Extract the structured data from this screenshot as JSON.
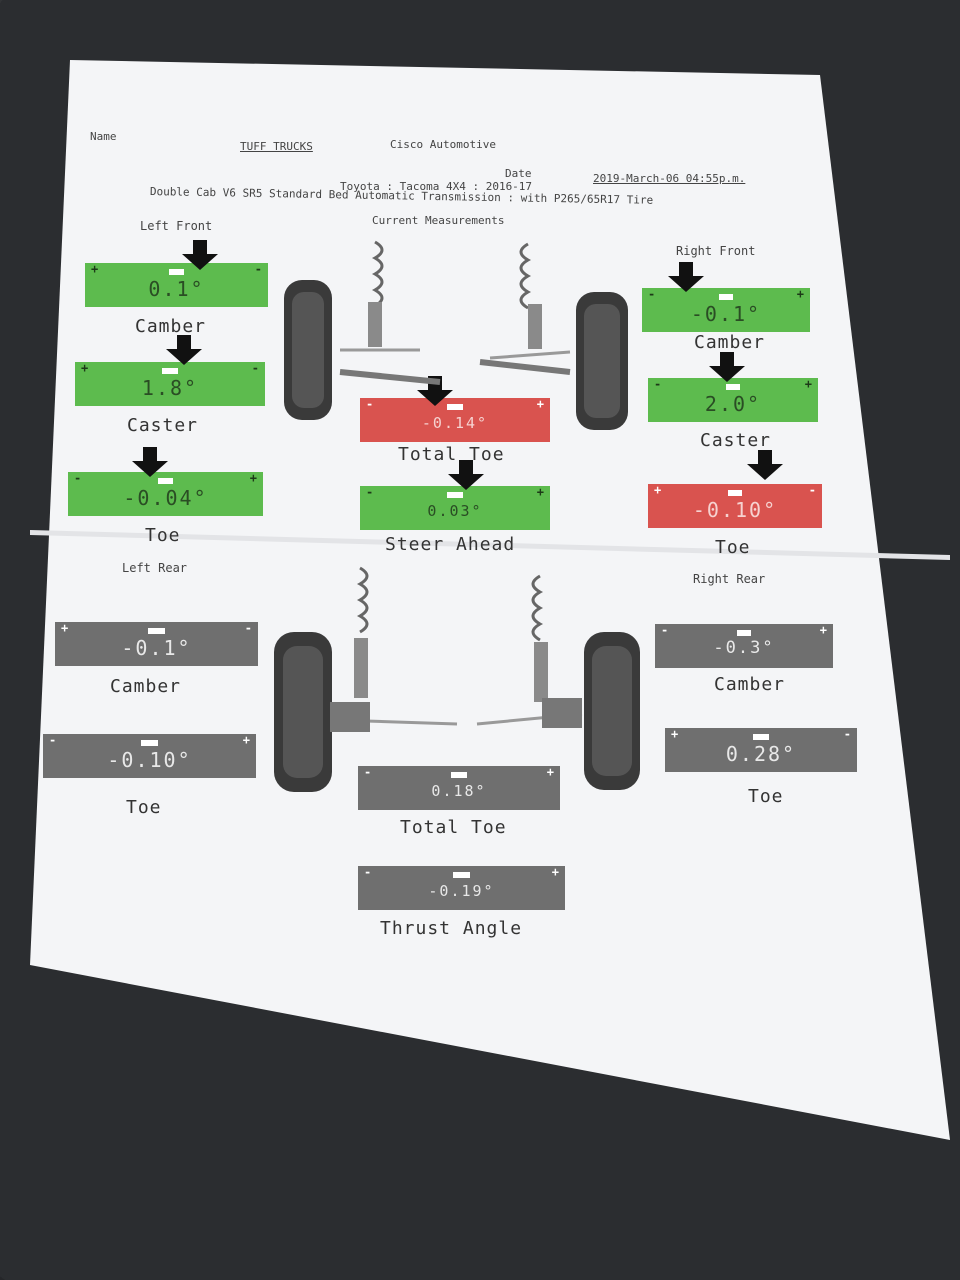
{
  "header": {
    "name_label": "Name",
    "shop": "Cisco Automotive",
    "customer": "TUFF TRUCKS",
    "date_label": "Date",
    "date": "2019-March-06 04:55p.m.",
    "vehicle": "Toyota : Tacoma 4X4 : 2016-17",
    "config": "Double Cab V6 SR5 Standard Bed Automatic Transmission : with P265/65R17 Tire",
    "section_title": "Current Measurements"
  },
  "front": {
    "left_title": "Left Front",
    "right_title": "Right Front",
    "left_camber": {
      "value": "0.1°",
      "label": "Camber"
    },
    "left_caster": {
      "value": "1.8°",
      "label": "Caster"
    },
    "left_toe": {
      "value": "-0.04°",
      "label": "Toe"
    },
    "right_camber": {
      "value": "-0.1°",
      "label": "Camber"
    },
    "right_caster": {
      "value": "2.0°",
      "label": "Caster"
    },
    "right_toe": {
      "value": "-0.10°",
      "label": "Toe"
    },
    "total_toe": {
      "value": "-0.14°",
      "label": "Total Toe"
    },
    "steer_ahead": {
      "value": "0.03°",
      "label": "Steer Ahead"
    }
  },
  "rear": {
    "left_title": "Left Rear",
    "right_title": "Right Rear",
    "left_camber": {
      "value": "-0.1°",
      "label": "Camber"
    },
    "left_toe": {
      "value": "-0.10°",
      "label": "Toe"
    },
    "right_camber": {
      "value": "-0.3°",
      "label": "Camber"
    },
    "right_toe": {
      "value": "0.28°",
      "label": "Toe"
    },
    "total_toe": {
      "value": "0.18°",
      "label": "Total Toe"
    },
    "thrust_angle": {
      "value": "-0.19°",
      "label": "Thrust Angle"
    }
  },
  "symbols": {
    "plus": "+",
    "minus": "-"
  },
  "colors": {
    "in_spec": "#5dbb4e",
    "out_of_spec": "#d9534f",
    "no_spec": "#6f6f6f"
  }
}
